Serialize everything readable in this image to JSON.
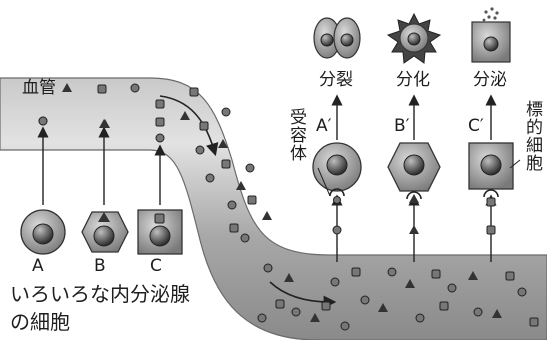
{
  "labels": {
    "vessel": "血管",
    "receptor": "受容体",
    "target_cell": "標的細胞",
    "source_line1": "いろいろな内分泌腺",
    "source_line2": "の細胞",
    "hormone_a": "A",
    "hormone_b": "B",
    "hormone_c": "C",
    "target_a": "A′",
    "target_b": "B′",
    "target_c": "C′",
    "effect_a": "分裂",
    "effect_b": "分化",
    "effect_c": "分泌"
  },
  "colors": {
    "vessel_fill": "#a9a9a9",
    "vessel_highlight": "#d6d6d6",
    "cell_fill": "#8e8e8e",
    "nucleus": "#3a3a3a",
    "stroke": "#333333"
  },
  "icons": [
    "hormone-circle-icon",
    "hormone-triangle-icon",
    "hormone-square-icon"
  ]
}
